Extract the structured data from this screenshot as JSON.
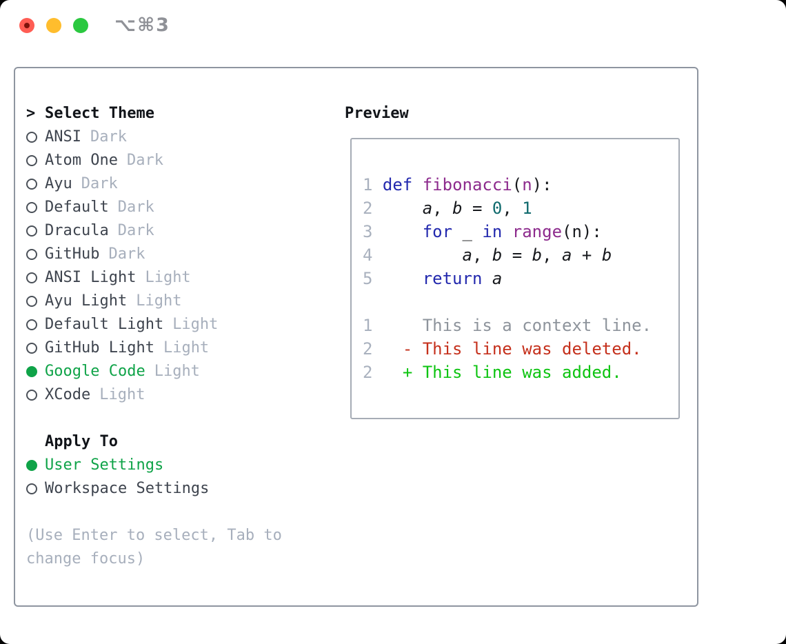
{
  "titlebar": {
    "shortcut": "⌥⌘3"
  },
  "colors": {
    "accent_green": "#0fa348",
    "diff_deleted_red": "#c5301c",
    "diff_added_green": "#0ec412",
    "keyword_blue": "#2329ae",
    "function_purple": "#8d2b8d",
    "literal_teal": "#0f6a6d",
    "muted_gray": "#a7afbc",
    "traffic_red": "#ff5d54",
    "traffic_yellow": "#ffbd2d",
    "traffic_green": "#2bc840"
  },
  "theme_panel": {
    "header_marker": ">",
    "title": "Select Theme",
    "themes": [
      {
        "name": "ANSI",
        "variant": "Dark",
        "selected": false
      },
      {
        "name": "Atom One",
        "variant": "Dark",
        "selected": false
      },
      {
        "name": "Ayu",
        "variant": "Dark",
        "selected": false
      },
      {
        "name": "Default",
        "variant": "Dark",
        "selected": false
      },
      {
        "name": "Dracula",
        "variant": "Dark",
        "selected": false
      },
      {
        "name": "GitHub",
        "variant": "Dark",
        "selected": false
      },
      {
        "name": "ANSI Light",
        "variant": "Light",
        "selected": false
      },
      {
        "name": "Ayu Light",
        "variant": "Light",
        "selected": false
      },
      {
        "name": "Default Light",
        "variant": "Light",
        "selected": false
      },
      {
        "name": "GitHub Light",
        "variant": "Light",
        "selected": false
      },
      {
        "name": "Google Code",
        "variant": "Light",
        "selected": true
      },
      {
        "name": "XCode",
        "variant": "Light",
        "selected": false
      }
    ],
    "apply_to": {
      "title": "Apply To",
      "options": [
        {
          "label": "User Settings",
          "selected": true
        },
        {
          "label": "Workspace Settings",
          "selected": false
        }
      ]
    },
    "help": "(Use Enter to select, Tab to change focus)"
  },
  "preview": {
    "title": "Preview",
    "lines": [
      {
        "num": "1",
        "segs": [
          [
            " ",
            "pln"
          ],
          [
            "def",
            "kwd"
          ],
          [
            " ",
            "pln"
          ],
          [
            "fibonacci",
            "fn"
          ],
          [
            "(",
            "pln"
          ],
          [
            "n",
            "fn"
          ],
          [
            "):",
            "pln"
          ]
        ]
      },
      {
        "num": "2",
        "segs": [
          [
            "     ",
            "pln"
          ],
          [
            "a",
            "var"
          ],
          [
            ", ",
            "pln"
          ],
          [
            "b",
            "var"
          ],
          [
            " = ",
            "pln"
          ],
          [
            "0",
            "lit"
          ],
          [
            ", ",
            "pln"
          ],
          [
            "1",
            "lit"
          ]
        ]
      },
      {
        "num": "3",
        "segs": [
          [
            "     ",
            "pln"
          ],
          [
            "for",
            "kwd"
          ],
          [
            " _ ",
            "pln"
          ],
          [
            "in",
            "kwd"
          ],
          [
            " ",
            "pln"
          ],
          [
            "range",
            "fn"
          ],
          [
            "(n):",
            "pln"
          ]
        ]
      },
      {
        "num": "4",
        "segs": [
          [
            "         ",
            "pln"
          ],
          [
            "a",
            "var"
          ],
          [
            ", ",
            "pln"
          ],
          [
            "b",
            "var"
          ],
          [
            " = ",
            "pln"
          ],
          [
            "b",
            "var"
          ],
          [
            ", ",
            "pln"
          ],
          [
            "a",
            "var"
          ],
          [
            " + ",
            "pln"
          ],
          [
            "b",
            "var"
          ]
        ]
      },
      {
        "num": "5",
        "segs": [
          [
            "     ",
            "pln"
          ],
          [
            "return",
            "kwd"
          ],
          [
            " ",
            "pln"
          ],
          [
            "a",
            "var"
          ]
        ]
      },
      {
        "num": "",
        "segs": []
      },
      {
        "num": "1",
        "segs": [
          [
            "     This is a context line.",
            "ctx"
          ]
        ]
      },
      {
        "num": "2",
        "segs": [
          [
            "   ",
            "pln"
          ],
          [
            "- This line was deleted.",
            "del"
          ]
        ]
      },
      {
        "num": "2",
        "segs": [
          [
            "   ",
            "pln"
          ],
          [
            "+ This line was added.",
            "add"
          ]
        ]
      }
    ]
  }
}
